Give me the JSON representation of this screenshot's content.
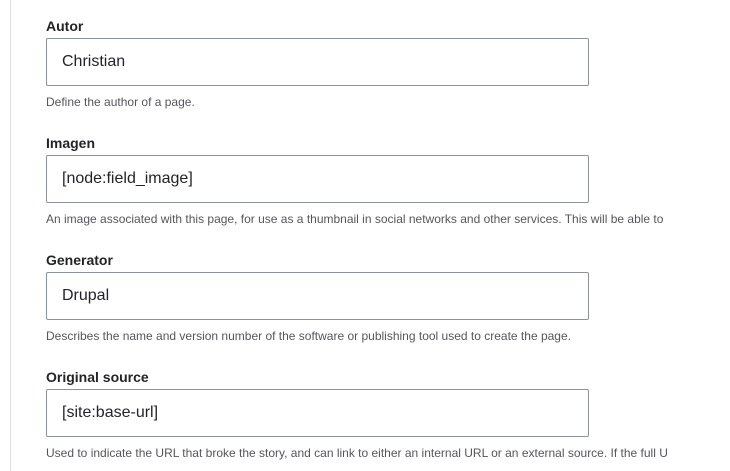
{
  "fields": [
    {
      "label": "Autor",
      "value": "Christian",
      "description": "Define the author of a page."
    },
    {
      "label": "Imagen",
      "value": "[node:field_image]",
      "description": "An image associated with this page, for use as a thumbnail in social networks and other services. This will be able to"
    },
    {
      "label": "Generator",
      "value": "Drupal",
      "description": "Describes the name and version number of the software or publishing tool used to create the page."
    },
    {
      "label": "Original source",
      "value": "[site:base-url]",
      "description": "Used to indicate the URL that broke the story, and can link to either an internal URL or an external source. If the full U"
    }
  ]
}
